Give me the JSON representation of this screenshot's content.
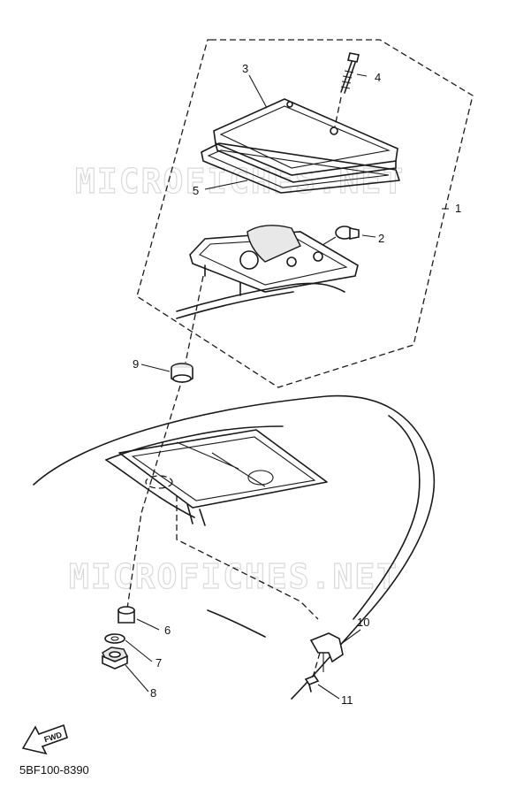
{
  "watermark_text": "MICROFICHES.NET",
  "fwd_label": "FWD",
  "diagram_code": "5BF100-8390",
  "callouts": {
    "c1": "1",
    "c2": "2",
    "c3": "3",
    "c4": "4",
    "c5": "5",
    "c6": "6",
    "c7": "7",
    "c8": "8",
    "c9": "9",
    "c10": "10",
    "c11": "11"
  }
}
